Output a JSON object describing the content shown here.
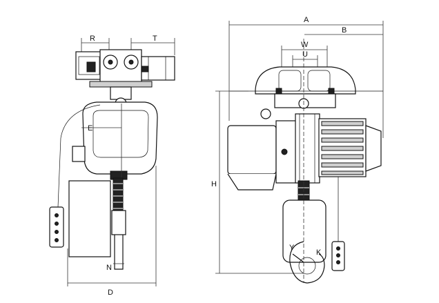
{
  "dimension_labels": {
    "A": "A",
    "B": "B",
    "W": "W",
    "U": "U",
    "H": "H",
    "R": "R",
    "T": "T",
    "E": "E",
    "N": "N",
    "D": "D",
    "K": "K",
    "Y": "Y"
  }
}
